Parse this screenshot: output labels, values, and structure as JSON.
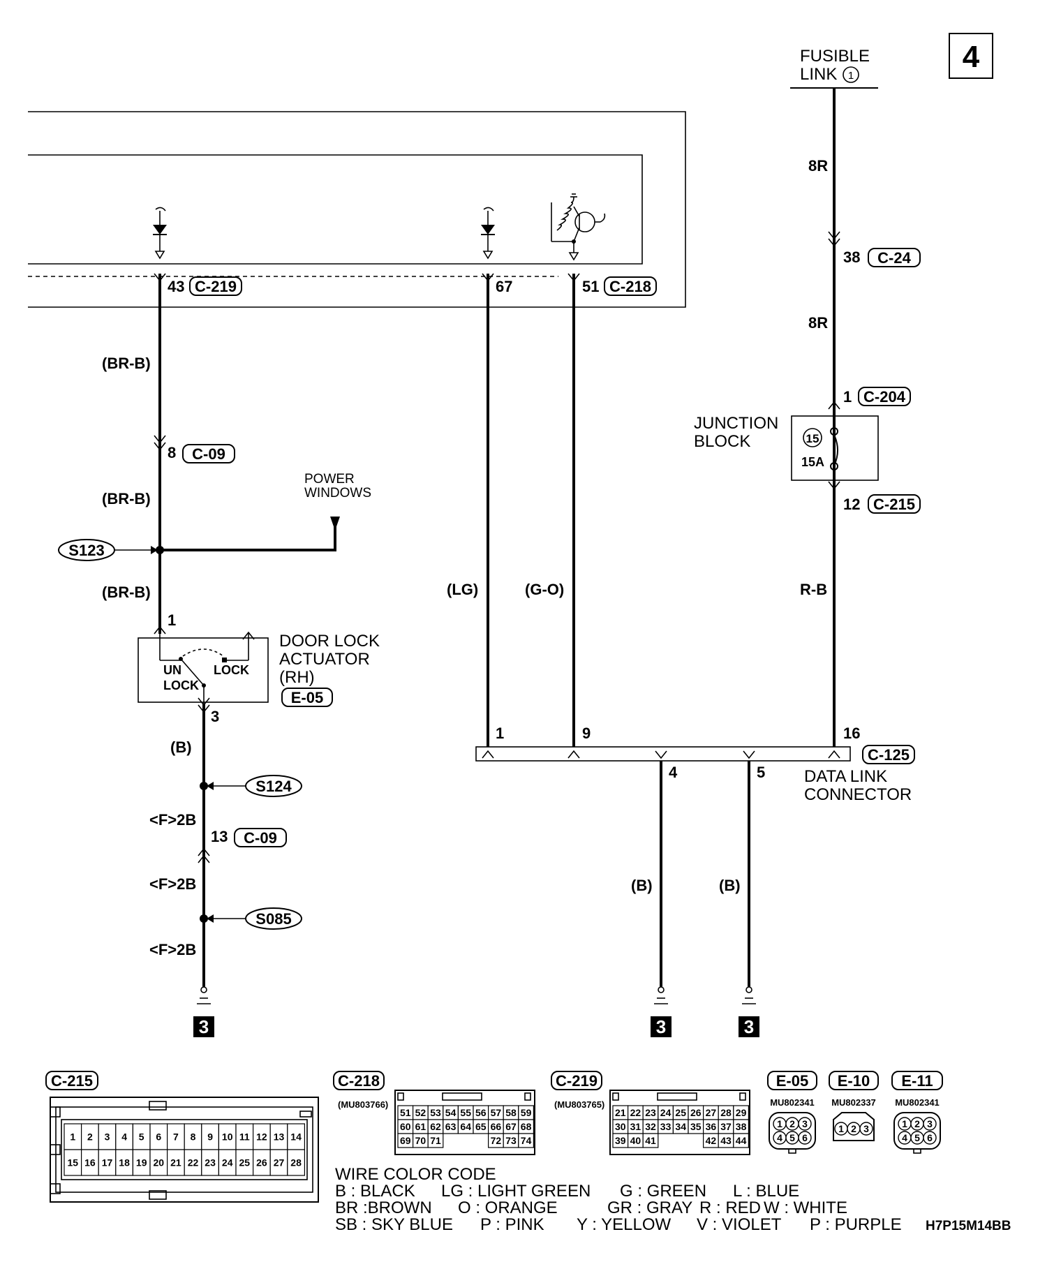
{
  "page_number": "4",
  "fusible_link": {
    "line1": "FUSIBLE",
    "line2": "LINK",
    "num": "1"
  },
  "wire_labels": {
    "w_8r_top": "8R",
    "w_8r_mid": "8R",
    "w_rb": "R-B",
    "w_brb_1": "(BR-B)",
    "w_brb_2": "(BR-B)",
    "w_brb_3": "(BR-B)",
    "w_lg": "(LG)",
    "w_go": "(G-O)",
    "w_b_left": "(B)",
    "w_f2b_1": "<F>2B",
    "w_f2b_2": "<F>2B",
    "w_f2b_3": "<F>2B",
    "w_b_4": "(B)",
    "w_b_5": "(B)"
  },
  "pins": {
    "p43": "43",
    "p67": "67",
    "p51": "51",
    "p38": "38",
    "p1_c204": "1",
    "p12": "12",
    "p8": "8",
    "p1_act": "1",
    "p3_act": "3",
    "p13": "13",
    "dlc_1": "1",
    "dlc_9": "9",
    "dlc_16": "16",
    "dlc_4": "4",
    "dlc_5": "5"
  },
  "connectors": {
    "c219": "C-219",
    "c218": "C-218",
    "c24": "C-24",
    "c204": "C-204",
    "c215": "C-215",
    "c09a": "C-09",
    "c09b": "C-09",
    "e05": "E-05",
    "c125": "C-125"
  },
  "splices": {
    "s123": "S123",
    "s124": "S124",
    "s085": "S085"
  },
  "junction_block": {
    "line1": "JUNCTION",
    "line2": "BLOCK",
    "fuse_num": "15",
    "fuse_amp": "15A"
  },
  "power_windows": {
    "line1": "POWER",
    "line2": "WINDOWS"
  },
  "actuator": {
    "line1": "DOOR LOCK",
    "line2": "ACTUATOR",
    "line3": "(RH)",
    "unlock1": "UN",
    "unlock2": "LOCK",
    "lock": "LOCK"
  },
  "dlc": {
    "line1": "DATA LINK",
    "line2": "CONNECTOR"
  },
  "ground_refs": [
    "3",
    "3",
    "3"
  ],
  "connector_views": {
    "c215": {
      "label": "C-215",
      "row1": [
        "1",
        "2",
        "3",
        "4",
        "5",
        "6",
        "7",
        "8",
        "9",
        "10",
        "11",
        "12",
        "13",
        "14"
      ],
      "row2": [
        "15",
        "16",
        "17",
        "18",
        "19",
        "20",
        "21",
        "22",
        "23",
        "24",
        "25",
        "26",
        "27",
        "28"
      ]
    },
    "c218": {
      "label": "C-218",
      "part": "(MU803766)",
      "row1": [
        "51",
        "52",
        "53",
        "54",
        "55",
        "56",
        "57",
        "58",
        "59"
      ],
      "row2": [
        "60",
        "61",
        "62",
        "63",
        "64",
        "65",
        "66",
        "67",
        "68"
      ],
      "row3": [
        "69",
        "70",
        "71",
        "",
        "",
        "",
        "72",
        "73",
        "74"
      ]
    },
    "c219": {
      "label": "C-219",
      "part": "(MU803765)",
      "row1": [
        "21",
        "22",
        "23",
        "24",
        "25",
        "26",
        "27",
        "28",
        "29"
      ],
      "row2": [
        "30",
        "31",
        "32",
        "33",
        "34",
        "35",
        "36",
        "37",
        "38"
      ],
      "row3": [
        "39",
        "40",
        "41",
        "",
        "",
        "",
        "42",
        "43",
        "44"
      ]
    },
    "e05": {
      "label": "E-05",
      "part": "MU802341",
      "pins": [
        "1",
        "2",
        "3",
        "4",
        "5",
        "6"
      ]
    },
    "e10": {
      "label": "E-10",
      "part": "MU802337",
      "pins": [
        "1",
        "2",
        "3"
      ]
    },
    "e11": {
      "label": "E-11",
      "part": "MU802341",
      "pins": [
        "1",
        "2",
        "3",
        "4",
        "5",
        "6"
      ]
    }
  },
  "wire_color_code": {
    "title": "WIRE COLOR CODE",
    "line1": [
      "B : BLACK",
      "LG : LIGHT GREEN",
      "G : GREEN",
      "L : BLUE"
    ],
    "line2": [
      "BR :BROWN",
      "O : ORANGE",
      "GR : GRAY",
      "R : RED",
      "W : WHITE"
    ],
    "line3": [
      "SB : SKY BLUE",
      "P : PINK",
      "Y : YELLOW",
      "V : VIOLET",
      "P : PURPLE"
    ]
  },
  "doc_code": "H7P15M14BB"
}
